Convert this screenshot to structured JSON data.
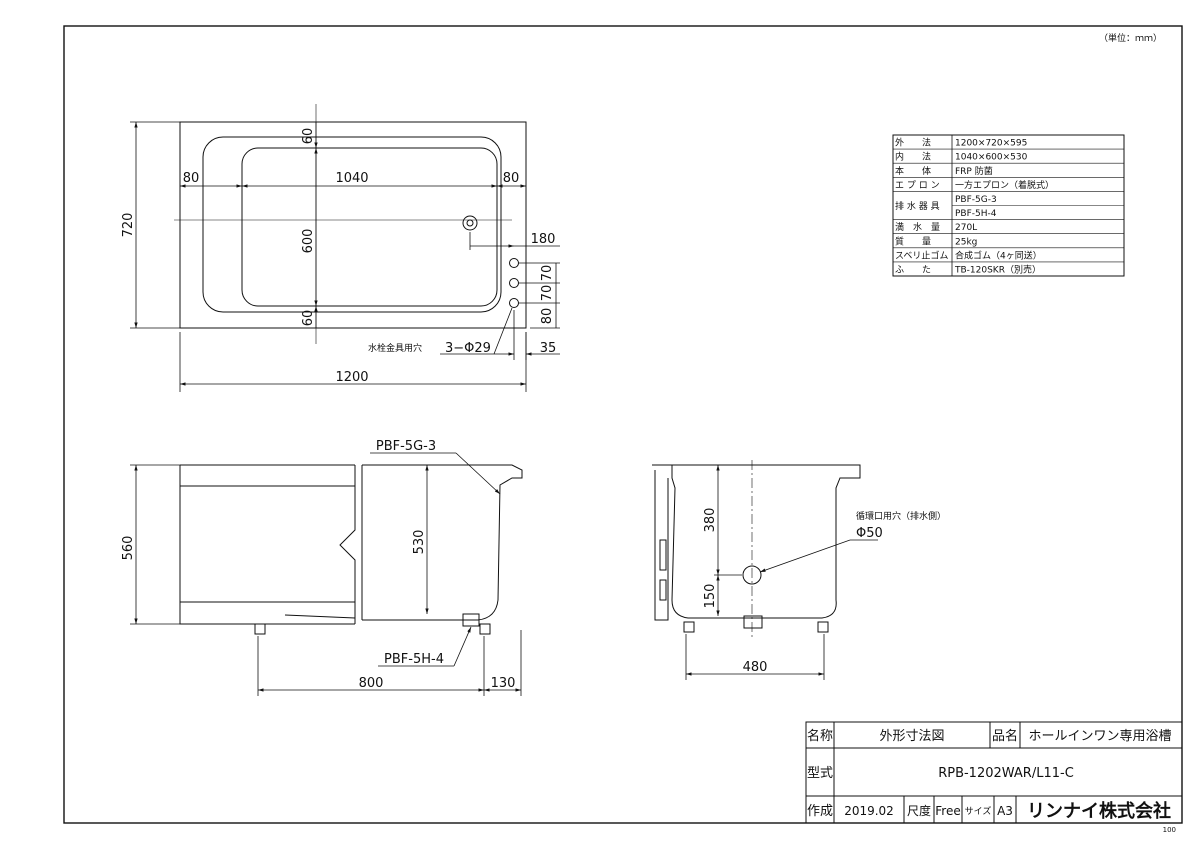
{
  "unit_note": "（単位：ｍｍ）",
  "page_number": "100",
  "plan_view": {
    "dims": {
      "top_margin": "60",
      "left_margin": "80",
      "inner_length": "1040",
      "right_margin": "80",
      "inner_width": "600",
      "bottom_margin": "60",
      "overall_width": "720",
      "overall_length": "1200",
      "hole_offset": "180",
      "hole_pitch_1": "70",
      "hole_pitch_2": "70",
      "hole_pitch_3": "80",
      "hole_edge": "35"
    },
    "faucet_label": "水栓金具用穴",
    "holes_label": "3−Φ29"
  },
  "side_view": {
    "upper_label": "PBF-5G-3",
    "lower_label": "PBF-5H-4",
    "height_total": "560",
    "depth_inner": "530",
    "length_foot": "800",
    "length_end": "130"
  },
  "end_view": {
    "depth_upper": "380",
    "depth_lower": "150",
    "width_foot": "480",
    "circ_label": "循環口用穴（排水側）",
    "circ_dia": "Φ50"
  },
  "spec_table": [
    {
      "label": "外　　法",
      "value": "1200×720×595"
    },
    {
      "label": "内　　法",
      "value": "1040×600×530"
    },
    {
      "label": "本　　体",
      "value": "FRP 防菌"
    },
    {
      "label": "エ プ ロ ン",
      "value": "一方エプロン（着脱式）"
    },
    {
      "label": "排 水 器 具",
      "value": "PBF-5G-3"
    },
    {
      "label": "",
      "value": "PBF-5H-4"
    },
    {
      "label": "満　水　量",
      "value": "270L"
    },
    {
      "label": "質　　量",
      "value": "25kg"
    },
    {
      "label": "スベリ止ゴム",
      "value": "合成ゴム（4ヶ同送）"
    },
    {
      "label": "ふ　　た",
      "value": "TB-120SKR（別売）"
    }
  ],
  "title_block": {
    "name_label": "名称",
    "name_value": "外形寸法図",
    "product_label": "品名",
    "product_value": "ホールインワン専用浴槽",
    "model_label": "型式",
    "model_value": "RPB-1202WAR/L11-C",
    "made_label": "作成",
    "made_value": "2019.02",
    "scale_label": "尺度",
    "scale_value": "Free",
    "size_label": "サイズ",
    "size_value": "A3",
    "company": "リンナイ株式会社"
  }
}
